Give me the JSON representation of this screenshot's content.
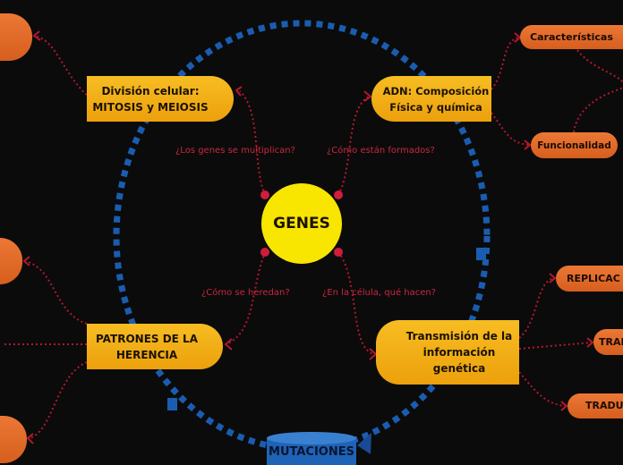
{
  "center": {
    "label": "GENES"
  },
  "questions": {
    "multiply": "¿Los genes se multiplican?",
    "formed": "¿Cómo están formados?",
    "inherited": "¿Cómo se heredan?",
    "cell": "¿En la célula, qué hacen?"
  },
  "nodes": {
    "division": {
      "lines": [
        "División celular:",
        "MITOSIS y MEIOSIS"
      ]
    },
    "adn": {
      "lines": [
        "ADN: Composición",
        "Física y química"
      ]
    },
    "patrones": {
      "lines": [
        "PATRONES DE LA",
        "HERENCIA"
      ]
    },
    "transmision": {
      "lines": [
        "Transmisión de la",
        "información",
        "genética"
      ]
    },
    "mutaciones": {
      "label": "MUTACIONES"
    }
  },
  "subnodes": {
    "caracteristicas": "Características",
    "funcionalidad": "Funcionalidad",
    "replicacion": "REPLICAC",
    "transcripcion": "TRAN",
    "traduccion": "TRADU"
  },
  "colors": {
    "background": "#0b0b0c",
    "main_node": "#f8e500",
    "topic_node": "#f0a914",
    "subtopic_node": "#e06a2a",
    "connector": "#b3182c",
    "ring": "#1a5db0"
  }
}
